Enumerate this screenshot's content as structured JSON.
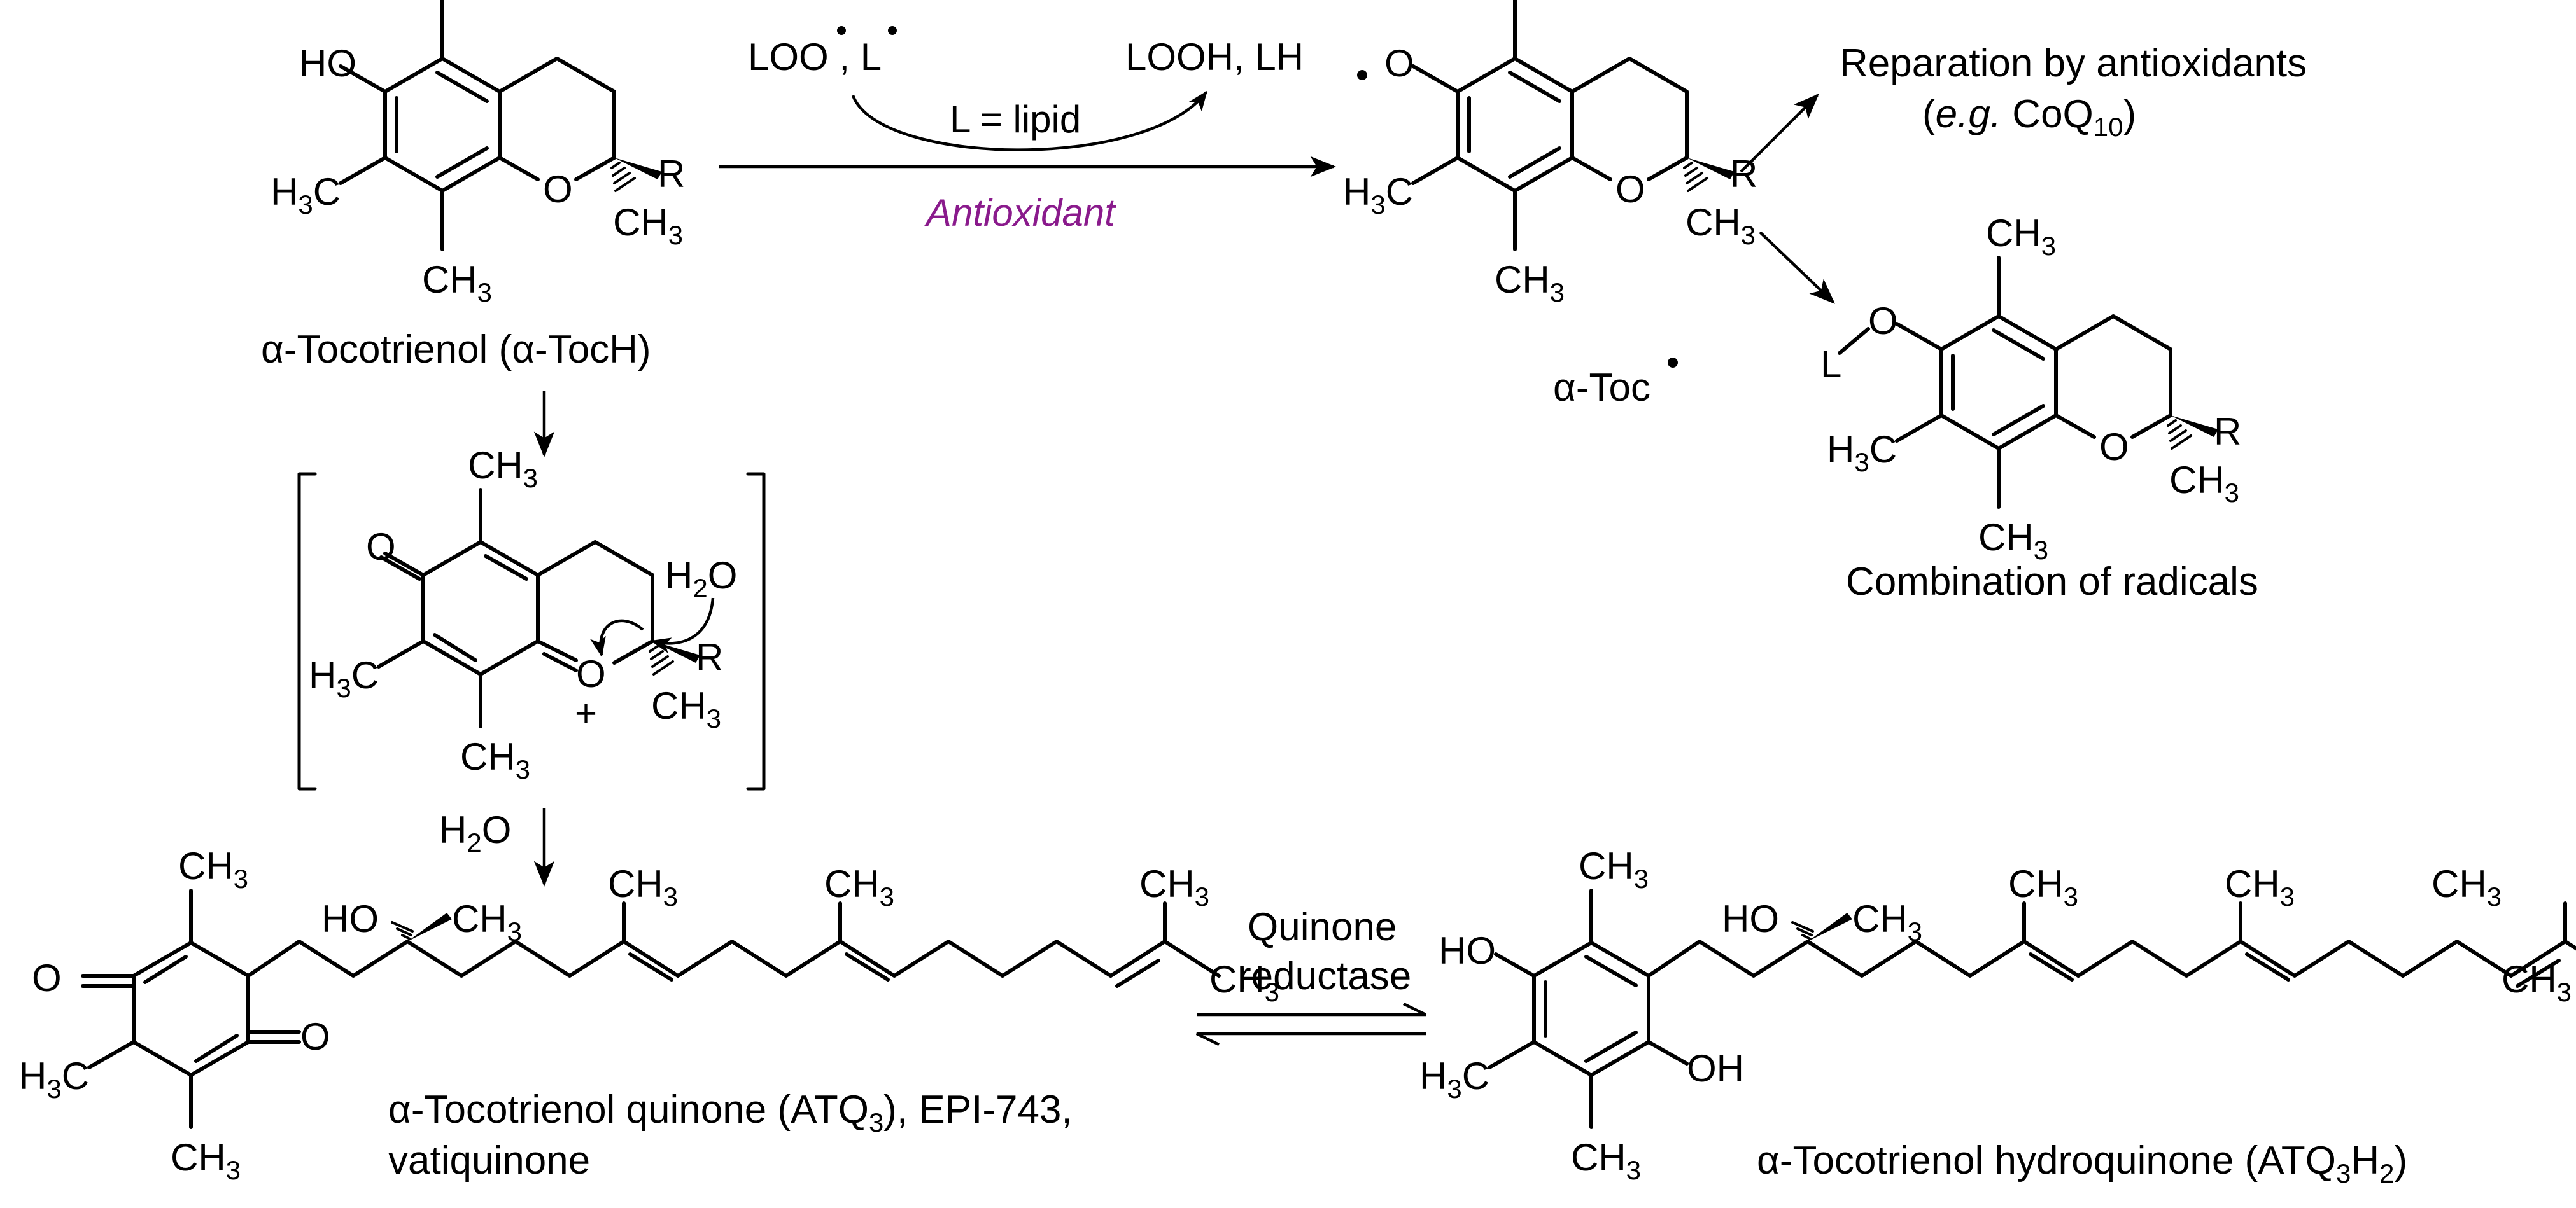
{
  "reagents": {
    "radicals_text": "LOO , L",
    "products_text": "LOOH, LH",
    "lipid_note": "L = lipid",
    "process": "Antioxidant"
  },
  "captions": {
    "toch": "α-Tocotrienol (α-TocH)",
    "toc_radical": "α-Toc",
    "reparation_line1": "Reparation by antioxidants",
    "reparation_line2_prefix": "(",
    "reparation_line2_eg": "e.g.",
    "reparation_line2_rest": " CoQ",
    "reparation_sub": "10",
    "reparation_close": ")",
    "combination": "Combination of radicals",
    "quinone_line1_a": "α-Tocotrienol quinone (ATQ",
    "quinone_line1_sub": "3",
    "quinone_line1_b": "), EPI-743,",
    "quinone_line2": "vatiquinone",
    "hydroquinone_a": "α-Tocotrienol hydroquinone (ATQ",
    "hydroquinone_sub3": "3",
    "hydroquinone_H": "H",
    "hydroquinone_sub2": "2",
    "hydroquinone_b": ")",
    "enzyme_line1": "Quinone",
    "enzyme_line2": "reductase"
  },
  "atoms": {
    "HO": "HO",
    "OH": "OH",
    "O": "O",
    "R": "R",
    "CH": "CH",
    "H": "H",
    "C": "C",
    "three": "3",
    "two": "2",
    "L": "L",
    "plus": "+",
    "water_H": "H",
    "water_O": "O"
  },
  "colors": {
    "accent": "#8a1a8c",
    "ink": "#000000"
  }
}
